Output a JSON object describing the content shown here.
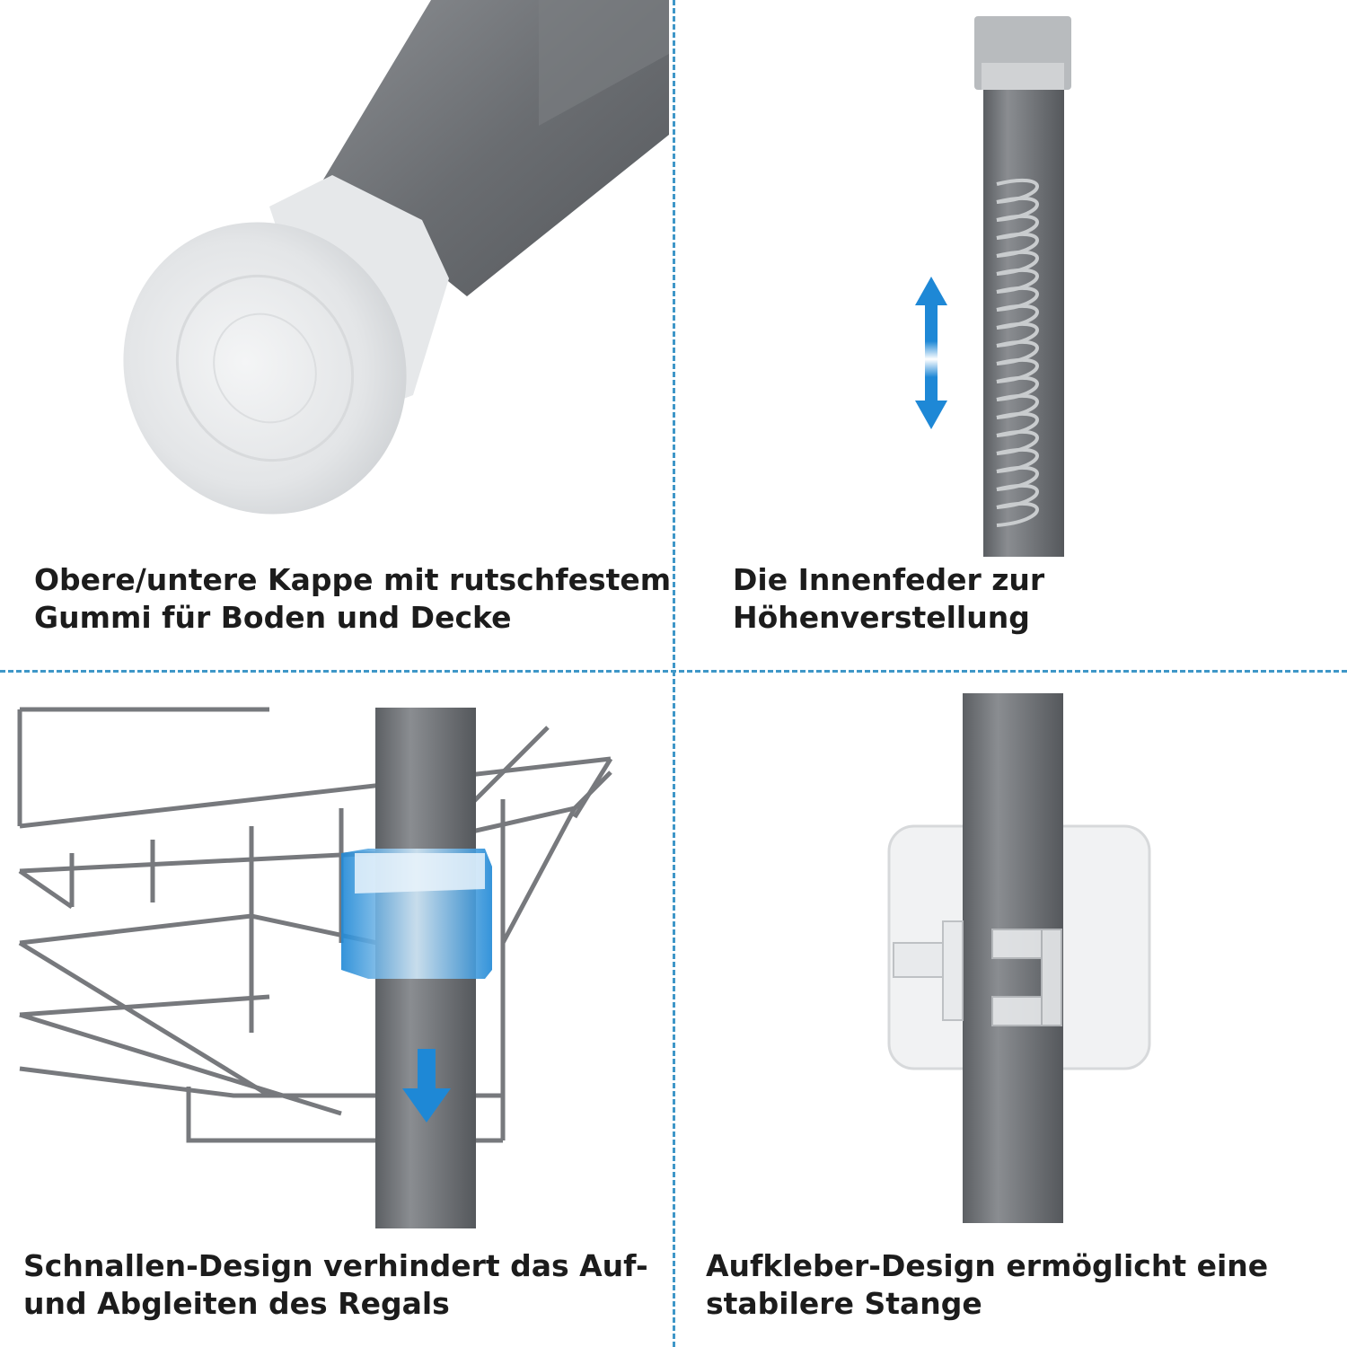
{
  "colors": {
    "accent": "#1e88d6",
    "divider": "#3f97c8",
    "rod": "#6b6e73",
    "caption": "#1c1c1c"
  },
  "panels": [
    {
      "id": "cap",
      "icon": "rubber-cap",
      "caption_lines": [
        "Obere/untere Kappe mit rutschfestem",
        "Gummi für Boden und Decke"
      ]
    },
    {
      "id": "spring",
      "icon": "inner-spring",
      "caption_lines": [
        "Die Innenfeder zur",
        "Höhenverstellung"
      ]
    },
    {
      "id": "buckle",
      "icon": "buckle-clip",
      "caption_lines": [
        "Schnallen-Design verhindert das Auf-",
        "und Abgleiten des Regals"
      ]
    },
    {
      "id": "sticker",
      "icon": "adhesive-sticker",
      "caption_lines": [
        "Aufkleber-Design ermöglicht eine",
        "stabilere Stange"
      ]
    }
  ]
}
